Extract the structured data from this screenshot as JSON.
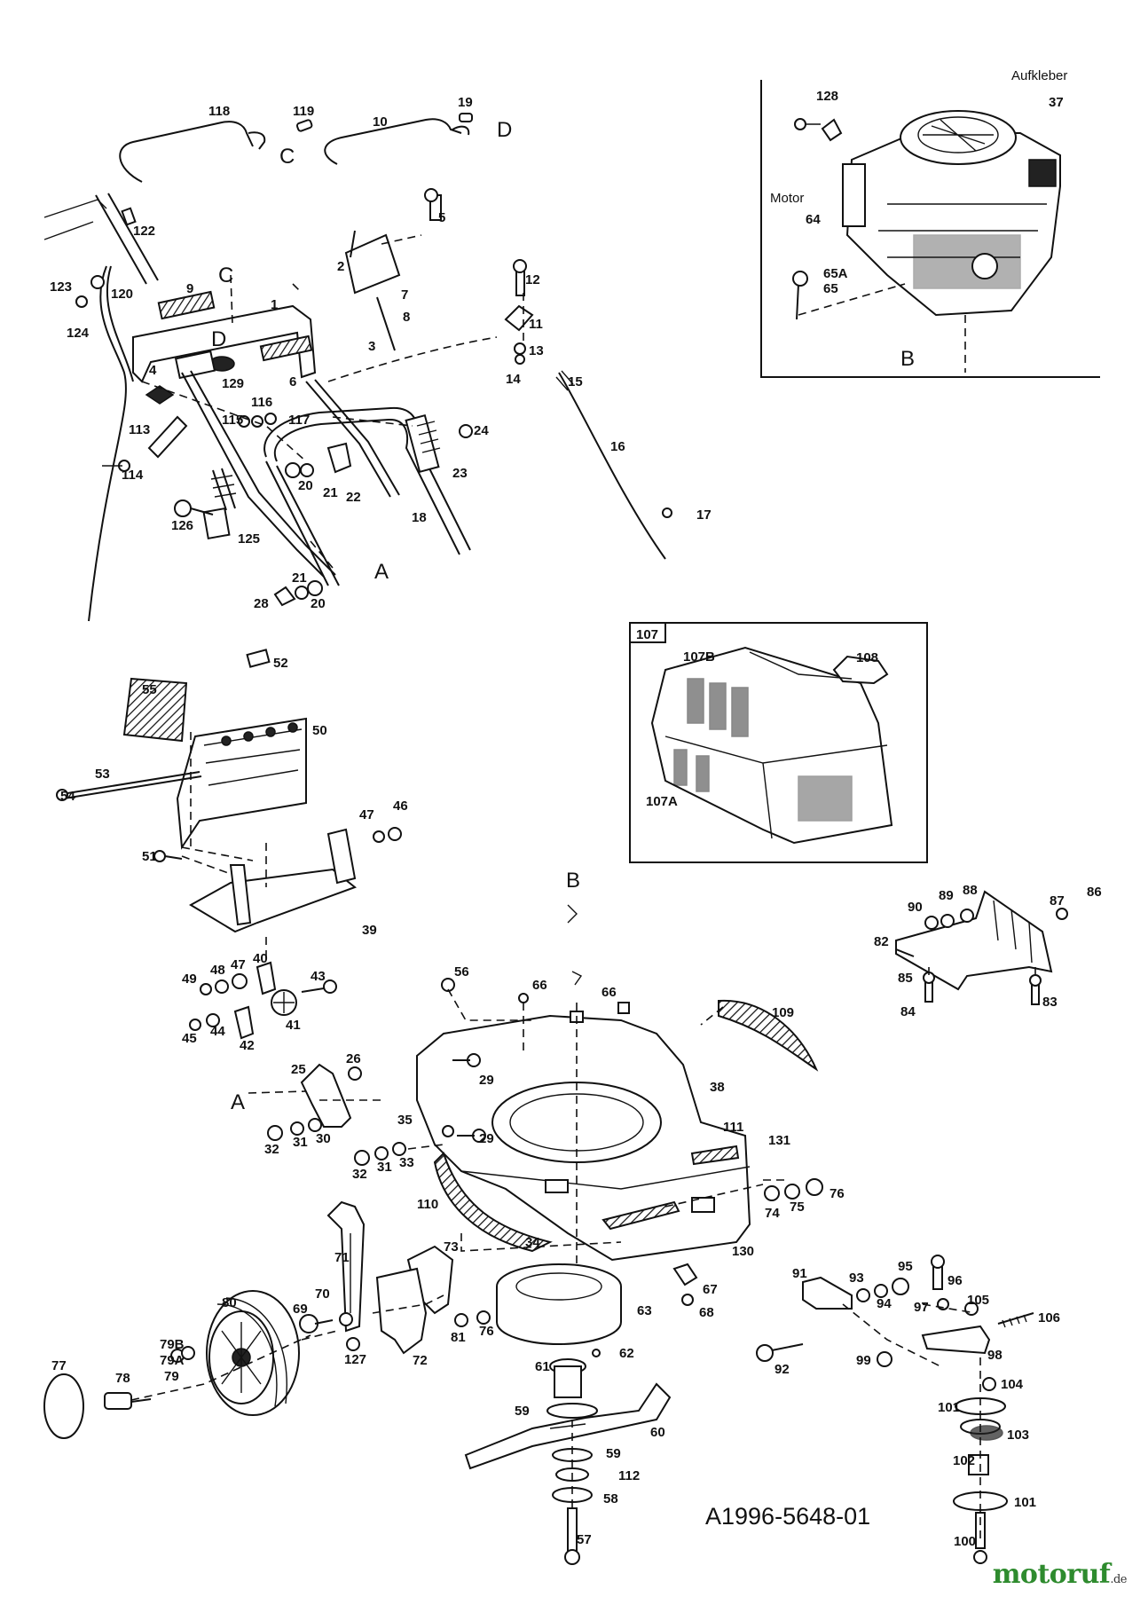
{
  "drawing_code": "A1996-5648-01",
  "brand": {
    "name": "motoruf",
    "tld": ".de"
  },
  "inset_engine": {
    "sticker_label": "Aufkleber",
    "motor_label": "Motor",
    "view_letter": "B"
  },
  "inset_grassbag": {
    "box_label": "107"
  },
  "view_letters": {
    "c1": "C",
    "d1": "D",
    "c2": "C",
    "d2": "D",
    "a1": "A",
    "a2": "A",
    "b1": "B"
  },
  "part_numbers": {
    "p118": "118",
    "p119": "119",
    "p10": "10",
    "p19": "19",
    "p122": "122",
    "p123": "123",
    "p120": "120",
    "p124": "124",
    "p9": "9",
    "p1": "1",
    "p4": "4",
    "p129": "129",
    "p6": "6",
    "p5": "5",
    "p2": "2",
    "p7": "7",
    "p8": "8",
    "p3": "3",
    "p12": "12",
    "p11": "11",
    "p13": "13",
    "p14": "14",
    "p15": "15",
    "p16": "16",
    "p17": "17",
    "p113": "113",
    "p114": "114",
    "p115": "115",
    "p116": "116",
    "p117": "117",
    "p24": "24",
    "p23": "23",
    "p20a": "20",
    "p21a": "21",
    "p22": "22",
    "p126": "126",
    "p125": "125",
    "p18": "18",
    "p21b": "21",
    "p28": "28",
    "p20b": "20",
    "p128": "128",
    "p37": "37",
    "p64": "64",
    "p65A": "65A",
    "p65": "65",
    "p52": "52",
    "p55": "55",
    "p50": "50",
    "p53": "53",
    "p54": "54",
    "p51": "51",
    "p47a": "47",
    "p46": "46",
    "p39": "39",
    "p107B": "107B",
    "p108": "108",
    "p107A": "107A",
    "p90": "90",
    "p89": "89",
    "p88": "88",
    "p87": "87",
    "p86": "86",
    "p82": "82",
    "p85": "85",
    "p84": "84",
    "p83": "83",
    "p49": "49",
    "p48": "48",
    "p47b": "47",
    "p40": "40",
    "p43": "43",
    "p45": "45",
    "p44": "44",
    "p42": "42",
    "p41": "41",
    "p56": "56",
    "p66a": "66",
    "p66b": "66",
    "p109": "109",
    "p25": "25",
    "p26": "26",
    "p29a": "29",
    "p38": "38",
    "p32a": "32",
    "p31a": "31",
    "p30": "30",
    "p35": "35",
    "p29b": "29",
    "p32b": "32",
    "p31b": "31",
    "p33": "33",
    "p111": "111",
    "p131": "131",
    "p74": "74",
    "p75": "75",
    "p76a": "76",
    "p110": "110",
    "p34": "34",
    "p130": "130",
    "p71": "71",
    "p73": "73",
    "p80": "80",
    "p70": "70",
    "p69": "69",
    "p79B": "79B",
    "p79A": "79A",
    "p79": "79",
    "p127": "127",
    "p72": "72",
    "p81": "81",
    "p76b": "76",
    "p63": "63",
    "p67": "67",
    "p68": "68",
    "p62": "62",
    "p61": "61",
    "p77": "77",
    "p78": "78",
    "p59a": "59",
    "p60": "60",
    "p59b": "59",
    "p112": "112",
    "p58": "58",
    "p57": "57",
    "p91": "91",
    "p93": "93",
    "p95": "95",
    "p96": "96",
    "p94": "94",
    "p97": "97",
    "p105": "105",
    "p106": "106",
    "p92": "92",
    "p99": "99",
    "p98": "98",
    "p104": "104",
    "p101a": "101",
    "p103": "103",
    "p102": "102",
    "p101b": "101",
    "p100": "100"
  }
}
